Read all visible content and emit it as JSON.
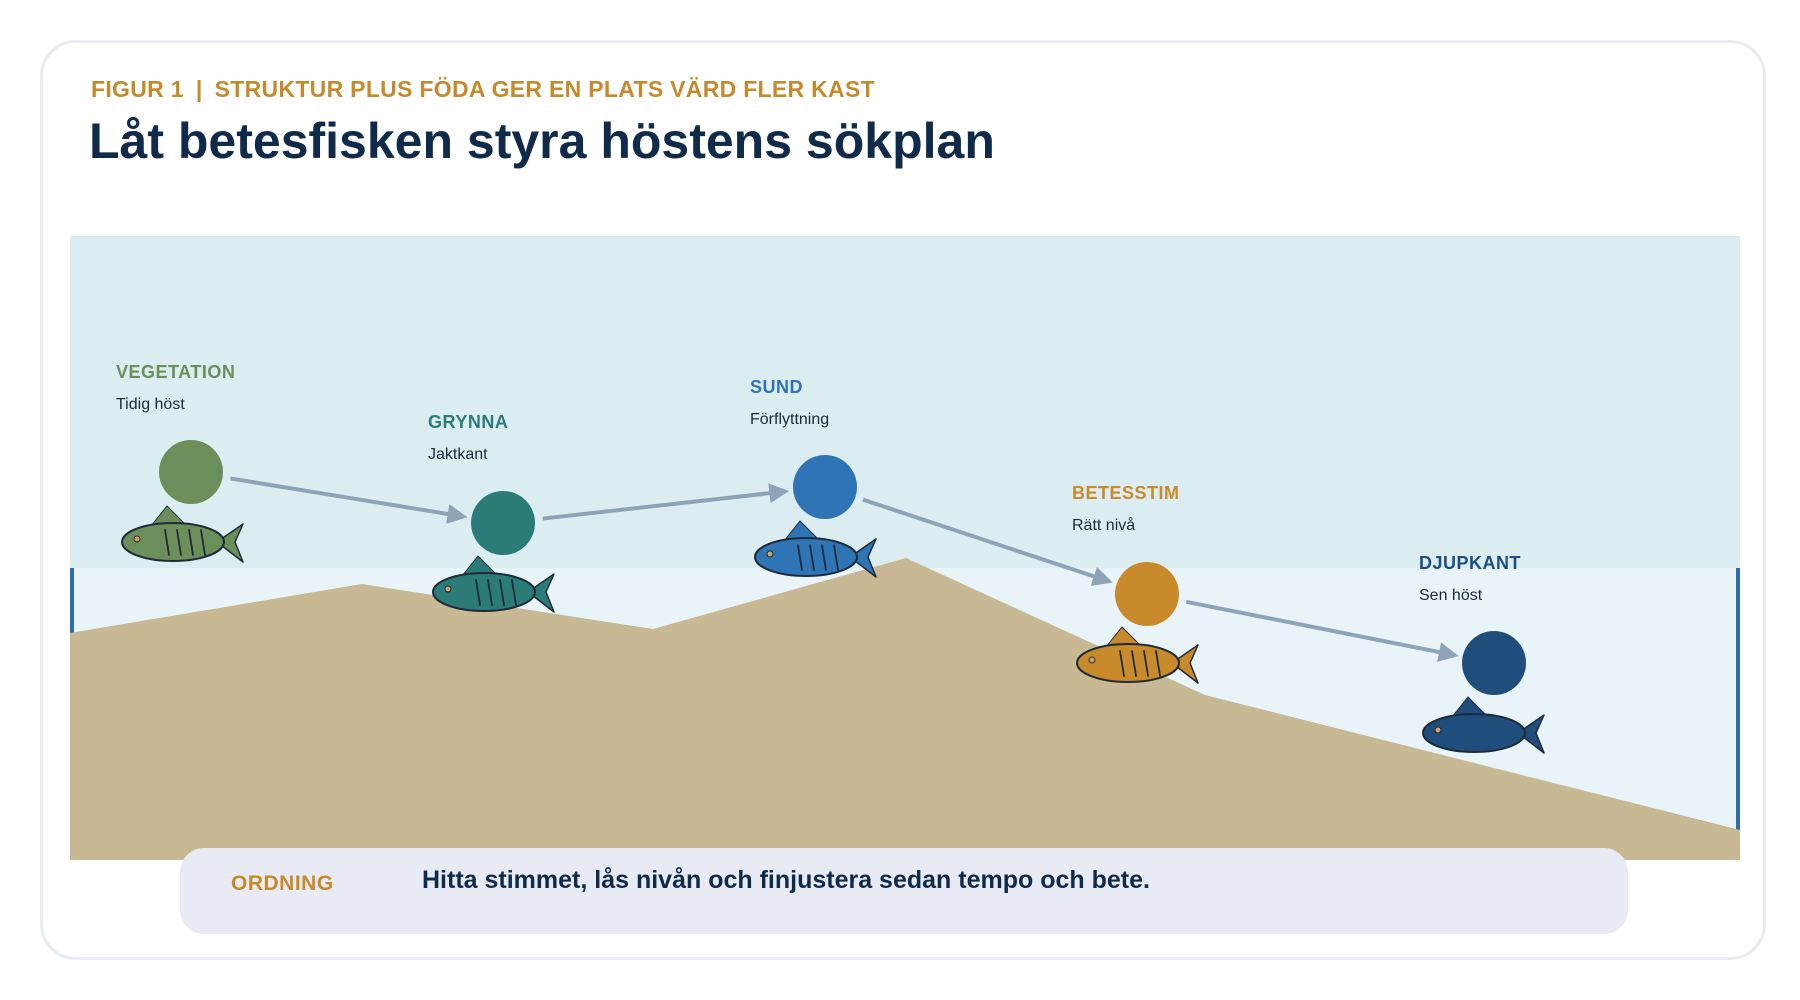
{
  "header": {
    "figure_label": "FIGUR 1",
    "separator": "|",
    "kicker": "STRUKTUR PLUS FÖDA GER EN PLATS VÄRD FLER KAST",
    "title": "Låt betesfisken styra höstens sökplan"
  },
  "stations": [
    {
      "key": "vegetation",
      "name": "VEGETATION",
      "subtitle": "Tidig höst",
      "color": "#6a8f5a"
    },
    {
      "key": "grynna",
      "name": "GRYNNA",
      "subtitle": "Jaktkant",
      "color": "#2b7b78"
    },
    {
      "key": "sund",
      "name": "SUND",
      "subtitle": "Förflyttning",
      "color": "#2f74b5"
    },
    {
      "key": "betesstim",
      "name": "BETESSTIM",
      "subtitle": "Rätt nivå",
      "color": "#c98a2c"
    },
    {
      "key": "djupkant",
      "name": "DJUPKANT",
      "subtitle": "Sen höst",
      "color": "#1f4e7d"
    }
  ],
  "colors": {
    "sky": "#dcedf1",
    "water": "#e8f4f7",
    "bottom": "#c8b894",
    "arrow": "#8fa3b8",
    "water_edge": "#2f6fa8"
  },
  "footer": {
    "label": "ORDNING",
    "text": "Hitta stimmet, lås nivån och finjustera sedan tempo och bete."
  }
}
